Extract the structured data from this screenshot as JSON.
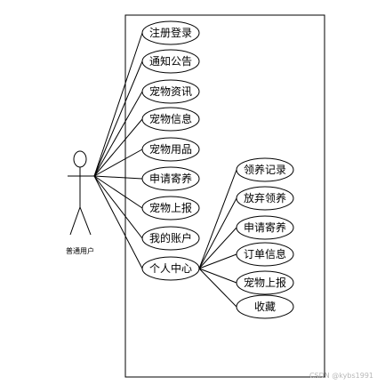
{
  "actor": {
    "label": "普通用户"
  },
  "primary_use_cases": [
    {
      "id": "register-login",
      "label": "注册登录"
    },
    {
      "id": "announcement",
      "label": "通知公告"
    },
    {
      "id": "pet-news",
      "label": "宠物资讯"
    },
    {
      "id": "pet-info",
      "label": "宠物信息"
    },
    {
      "id": "pet-supplies",
      "label": "宠物用品"
    },
    {
      "id": "apply-foster",
      "label": "申请寄养"
    },
    {
      "id": "pet-report",
      "label": "宠物上报"
    },
    {
      "id": "my-account",
      "label": "我的账户"
    },
    {
      "id": "personal-center",
      "label": "个人中心"
    }
  ],
  "sub_use_cases": [
    {
      "id": "adoption-record",
      "label": "领养记录"
    },
    {
      "id": "give-up-adoption",
      "label": "放弃领养"
    },
    {
      "id": "apply-foster-sub",
      "label": "申请寄养"
    },
    {
      "id": "order-info",
      "label": "订单信息"
    },
    {
      "id": "pet-report-sub",
      "label": "宠物上报"
    },
    {
      "id": "favorites",
      "label": "收藏"
    }
  ],
  "watermark": "CSDN @kybs1991"
}
